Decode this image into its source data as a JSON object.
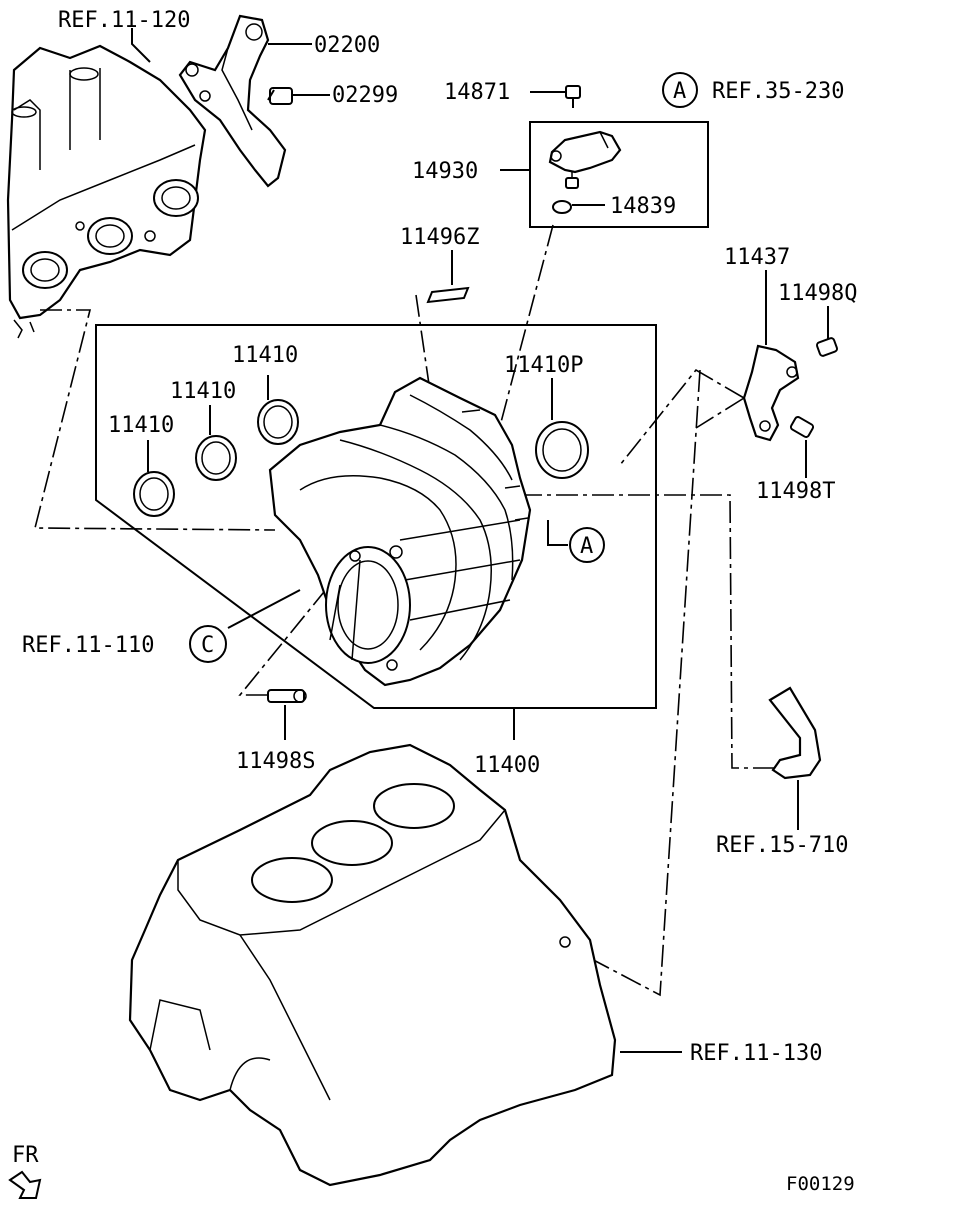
{
  "labels": {
    "ref_11_120": "REF.11-120",
    "p02200": "02200",
    "p02299": "02299",
    "p14871": "14871",
    "ref_35_230": "REF.35-230",
    "circle_a_top": "A",
    "p14930": "14930",
    "p14839": "14839",
    "p11496z": "11496Z",
    "p11437": "11437",
    "p11498q": "11498Q",
    "p11410_a": "11410",
    "p11410_b": "11410",
    "p11410_c": "11410",
    "p11410p": "11410P",
    "p11498t": "11498T",
    "circle_a_mid": "A",
    "ref_11_110": "REF.11-110",
    "circle_c": "C",
    "p11498s": "11498S",
    "p11400": "11400",
    "ref_15_710": "REF.15-710",
    "ref_11_130": "REF.11-130",
    "fr": "FR",
    "figure_code": "F00129"
  }
}
